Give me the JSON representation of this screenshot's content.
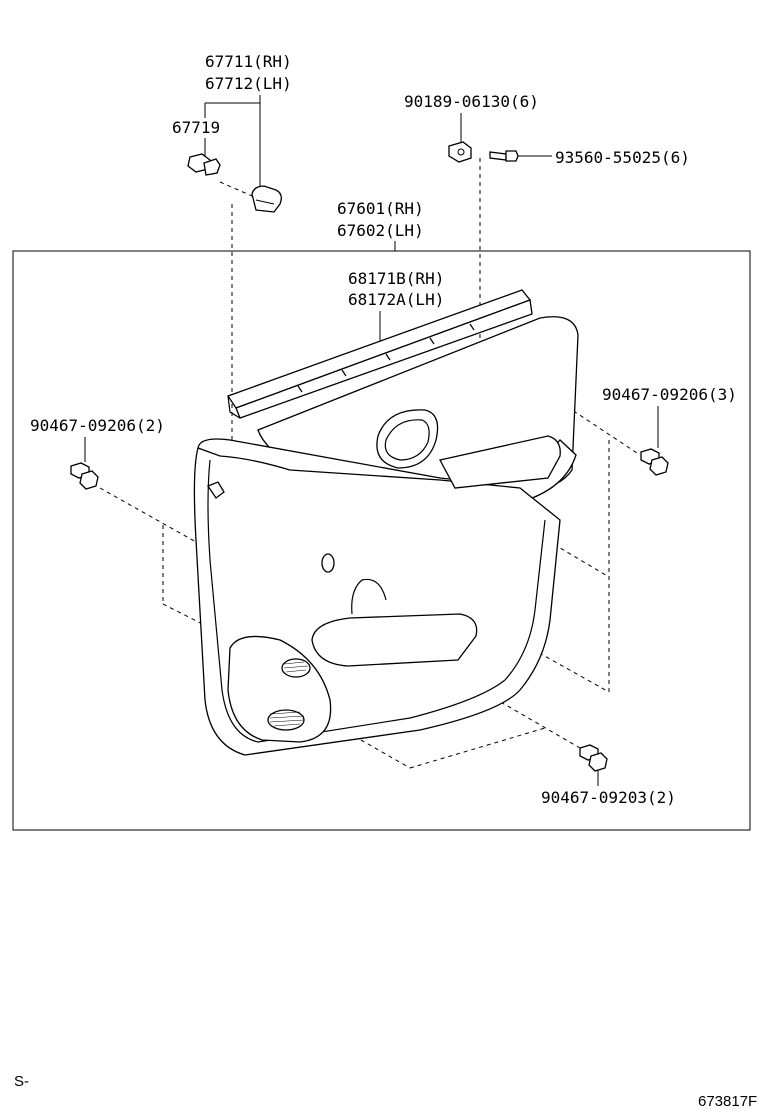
{
  "labels": {
    "p67711": "67711(RH)",
    "p67712": "67712(LH)",
    "p67719": "67719",
    "p90189": "90189-06130(6)",
    "p93560": "93560-55025(6)",
    "p67601": "67601(RH)",
    "p67602": "67602(LH)",
    "p68171": "68171B(RH)",
    "p68172": "68172A(LH)",
    "p90467_l": "90467-09206(2)",
    "p90467_r": "90467-09206(3)",
    "p90467_b": "90467-09203(2)"
  },
  "footer": {
    "left": "S-",
    "right": "673817F"
  }
}
